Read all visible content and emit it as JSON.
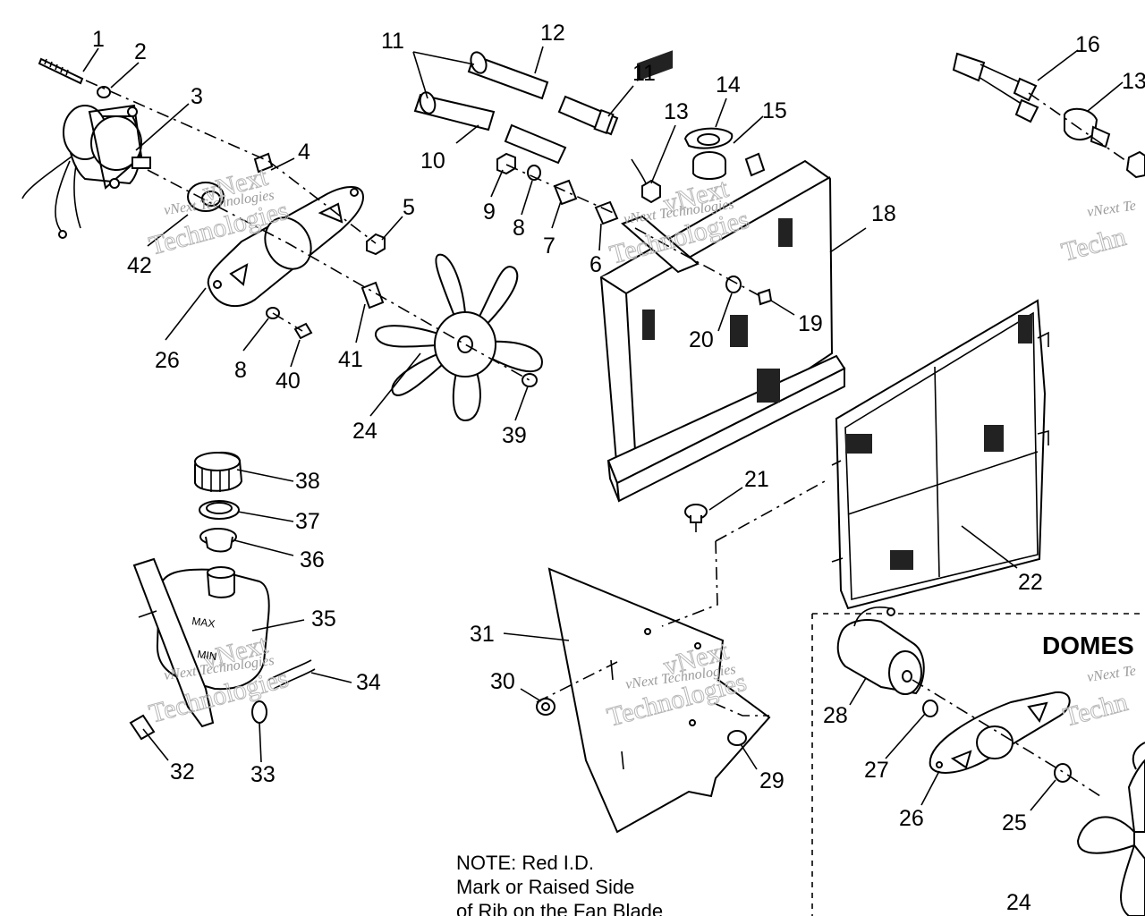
{
  "callouts": {
    "c1": "1",
    "c2": "2",
    "c3": "3",
    "c4": "4",
    "c5": "5",
    "c6": "6",
    "c7": "7",
    "c8a": "8",
    "c8b": "8",
    "c9": "9",
    "c10": "10",
    "c11a": "11",
    "c11b": "11",
    "c12": "12",
    "c13a": "13",
    "c13b": "13",
    "c14": "14",
    "c15": "15",
    "c16": "16",
    "c18": "18",
    "c19": "19",
    "c20": "20",
    "c21": "21",
    "c22": "22",
    "c24a": "24",
    "c24b": "24",
    "c25": "25",
    "c26a": "26",
    "c26b": "26",
    "c27": "27",
    "c28": "28",
    "c29": "29",
    "c30": "30",
    "c31": "31",
    "c32": "32",
    "c33": "33",
    "c34": "34",
    "c35": "35",
    "c36": "36",
    "c37": "37",
    "c38": "38",
    "c39": "39",
    "c40": "40",
    "c41": "41",
    "c42": "42"
  },
  "tank": {
    "max": "MAX",
    "min": "MIN"
  },
  "domestic_title": "DOMES",
  "note": {
    "line1": "NOTE: Red I.D.",
    "line2": "Mark or Raised Side",
    "line3": "of Rib on the Fan Blade"
  },
  "watermark": {
    "small": "vNext Technologies",
    "large_a": "vNext",
    "large_b": "Technologies",
    "small_cut": "vNext Te",
    "large_cut": "Techn"
  }
}
